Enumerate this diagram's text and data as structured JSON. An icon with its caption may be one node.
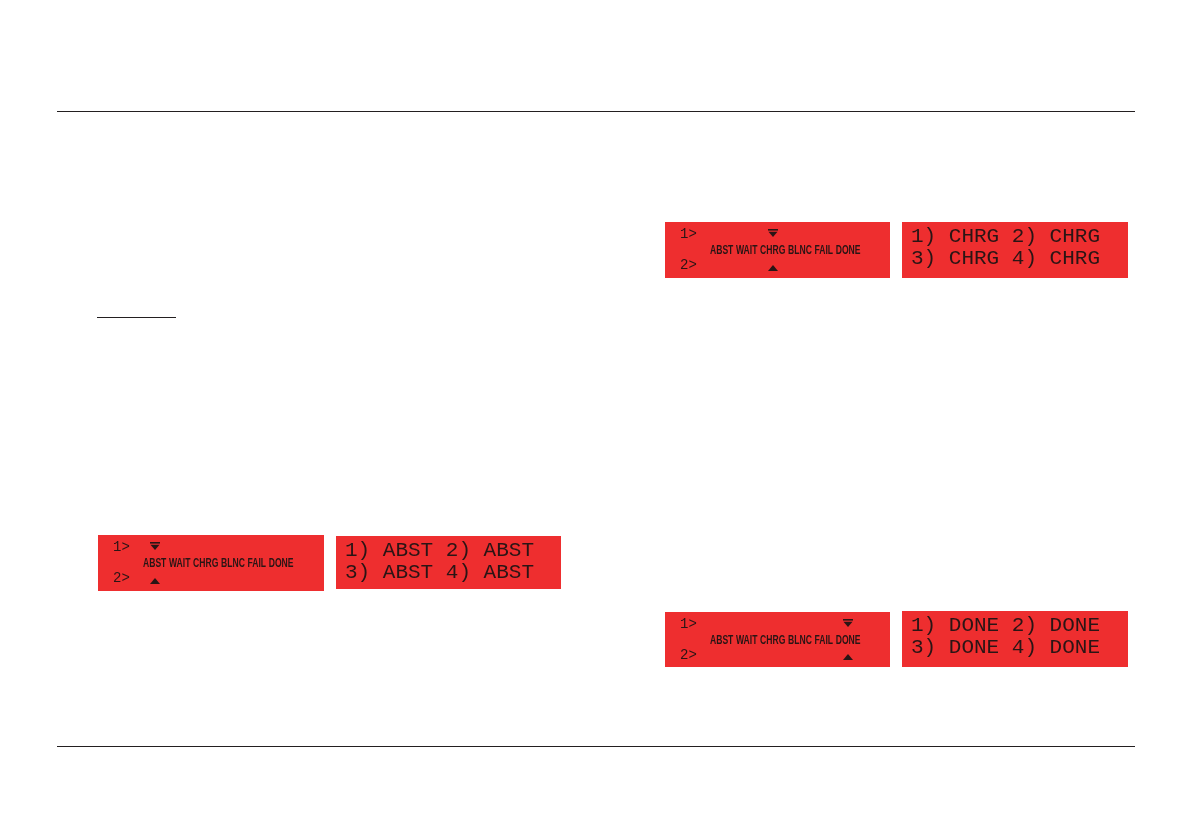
{
  "diagram": {
    "nodes": [
      {
        "text": [
          "1>",
          "2>",
          "ABST",
          "WAIT",
          "CHRG",
          "BLNC",
          "FAIL",
          "DONE"
        ]
      },
      {
        "text": [
          "1) ABST 2) ABST",
          "3) ABST 4) ABST"
        ]
      },
      {
        "text": [
          "1>",
          "2>",
          "ABST",
          "WAIT",
          "CHRG",
          "BLNC",
          "FAIL",
          "DONE"
        ]
      },
      {
        "text": [
          "1) CHRG 2) CHRG",
          "3) CHRG 4) CHRG"
        ]
      },
      {
        "text": [
          "1>",
          "2>",
          "ABST",
          "WAIT",
          "CHRG",
          "BLNC",
          "FAIL",
          "DONE"
        ]
      },
      {
        "text": [
          "1) DONE 2) DONE",
          "3) DONE 4) DONE"
        ]
      }
    ]
  }
}
